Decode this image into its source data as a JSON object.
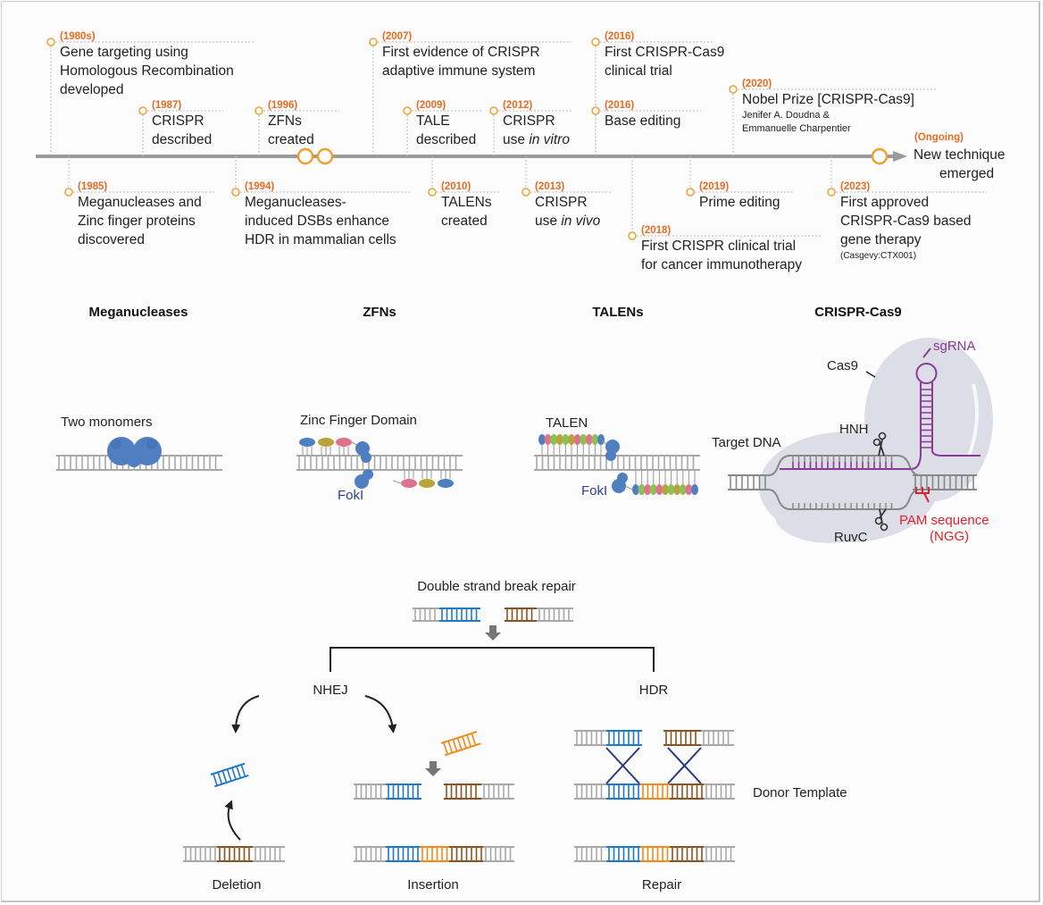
{
  "colors": {
    "accent_year": "#ea6a22",
    "marker": "#f0a030",
    "axis": "#9a9a9a",
    "dna_gray": "#a8a8a8",
    "blue": "#1f78c8",
    "brown": "#8a5422",
    "orange": "#f08a1a",
    "purple": "#8b3a97",
    "red": "#e0202a",
    "fokI": "#2e3d99",
    "protein_blue": "#4f7fc0",
    "zf_olive": "#b8a43a",
    "zf_pink": "#e0728e",
    "tal_green": "#8cc255",
    "cas9_body": "#dcdde6",
    "cross_navy": "#263a80"
  },
  "timeline": {
    "above": [
      {
        "year": "(1980s)",
        "lines": [
          "Gene targeting using",
          "Homologous Recombination",
          "developed"
        ]
      },
      {
        "year": "(1987)",
        "lines": [
          "CRISPR",
          "described"
        ]
      },
      {
        "year": "(1996)",
        "lines": [
          "ZFNs",
          "created"
        ]
      },
      {
        "year": "(2007)",
        "lines": [
          "First evidence of CRISPR",
          "adaptive immune system"
        ]
      },
      {
        "year": "(2009)",
        "lines": [
          "TALE",
          "described"
        ]
      },
      {
        "year": "(2012)",
        "lines": [
          "CRISPR",
          "use "
        ],
        "italic": "in vitro"
      },
      {
        "year": "(2016)",
        "lines": [
          "First CRISPR-Cas9",
          "clinical trial"
        ]
      },
      {
        "year": "(2016)",
        "lines": [
          "Base editing"
        ]
      },
      {
        "year": "(2020)",
        "lines": [
          "Nobel Prize [CRISPR-Cas9]"
        ],
        "sub": [
          "Jenifer A. Doudna &",
          "Emmanuelle Charpentier"
        ]
      }
    ],
    "below": [
      {
        "year": "(1985)",
        "lines": [
          "Meganucleases and",
          "Zinc finger proteins",
          "discovered"
        ]
      },
      {
        "year": "(1994)",
        "lines": [
          "Meganucleases-",
          "induced DSBs enhance",
          "HDR in mammalian cells"
        ]
      },
      {
        "year": "(2010)",
        "lines": [
          "TALENs",
          "created"
        ]
      },
      {
        "year": "(2013)",
        "lines": [
          "CRISPR",
          "use "
        ],
        "italic": "in vivo"
      },
      {
        "year": "(2018)",
        "lines": [
          "First CRISPR clinical trial",
          "for cancer immunotherapy"
        ]
      },
      {
        "year": "(2019)",
        "lines": [
          "Prime editing"
        ]
      },
      {
        "year": "(2023)",
        "lines": [
          "First approved",
          "CRISPR-Cas9 based",
          "gene therapy"
        ],
        "sub": [
          "(Casgevy:CTX001)"
        ]
      }
    ],
    "ongoing": {
      "year": "(Ongoing)",
      "lines": [
        "New technique",
        "emerged"
      ]
    }
  },
  "tools": {
    "meganucleases": {
      "title": "Meganucleases",
      "label": "Two monomers"
    },
    "zfns": {
      "title": "ZFNs",
      "label": "Zinc Finger Domain",
      "fokI": "FokI"
    },
    "talens": {
      "title": "TALENs",
      "label": "TALEN",
      "fokI": "FokI"
    },
    "crispr": {
      "title": "CRISPR-Cas9",
      "cas9": "Cas9",
      "sgrna": "sgRNA",
      "hnh": "HNH",
      "target": "Target DNA",
      "ruvc": "RuvC",
      "pam": "PAM sequence",
      "pam_sub": "(NGG)"
    }
  },
  "repair": {
    "title": "Double strand break repair",
    "nhej": "NHEJ",
    "hdr": "HDR",
    "deletion": "Deletion",
    "insertion": "Insertion",
    "repair": "Repair",
    "donor": "Donor Template"
  }
}
